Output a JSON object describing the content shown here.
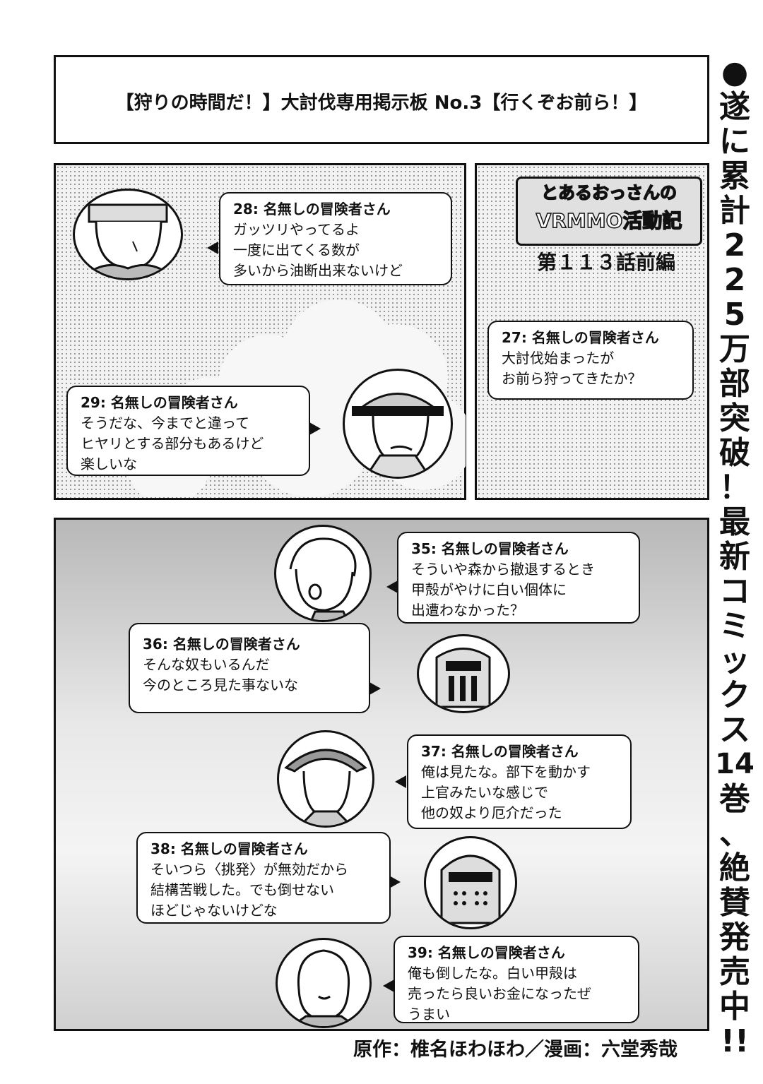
{
  "board_title": "【狩りの時間だ！】大討伐専用掲示板 No.3【行くぞお前ら！】",
  "side_banner": [
    "●",
    "遂",
    "に",
    "累",
    "計",
    "2",
    "2",
    "5",
    "万",
    "部",
    "突",
    "破",
    "！",
    "最",
    "新",
    "コ",
    "ミ",
    "ッ",
    "ク",
    "ス",
    "14",
    "巻",
    "、",
    "絶",
    "賛",
    "発",
    "売",
    "中",
    "!!"
  ],
  "logo": {
    "line1": "とあるおっさんの",
    "line2": "VRMMO活動記"
  },
  "chapter": "第１１３話前編",
  "posts": [
    {
      "header": "27: 名無しの冒険者さん",
      "lines": [
        "大討伐始まったが",
        "お前ら狩ってきたか？"
      ]
    },
    {
      "header": "28: 名無しの冒険者さん",
      "lines": [
        "ガッツリやってるよ",
        "一度に出てくる数が",
        "多いから油断出来ないけど"
      ]
    },
    {
      "header": "29: 名無しの冒険者さん",
      "lines": [
        "そうだな、今までと違って",
        "ヒヤリとする部分もあるけど",
        "楽しいな"
      ]
    },
    {
      "header": "35: 名無しの冒険者さん",
      "lines": [
        "そういや森から撤退するとき",
        "甲殻がやけに白い個体に",
        "出遭わなかった？"
      ]
    },
    {
      "header": "36: 名無しの冒険者さん",
      "lines": [
        "そんな奴もいるんだ",
        "今のところ見た事ないな"
      ]
    },
    {
      "header": "37: 名無しの冒険者さん",
      "lines": [
        "俺は見たな。部下を動かす",
        "上官みたいな感じで",
        "他の奴より厄介だった"
      ]
    },
    {
      "header": "38: 名無しの冒険者さん",
      "lines": [
        "そいつら〈挑発〉が無効だから",
        "結構苦戦した。でも倒せない",
        "ほどじゃないけどな"
      ]
    },
    {
      "header": "39: 名無しの冒険者さん",
      "lines": [
        "俺も倒したな。白い甲殻は",
        "売ったら良いお金になったぜ",
        "うまい"
      ]
    }
  ],
  "credits": "原作：椎名ほわほわ／漫画：六堂秀哉"
}
